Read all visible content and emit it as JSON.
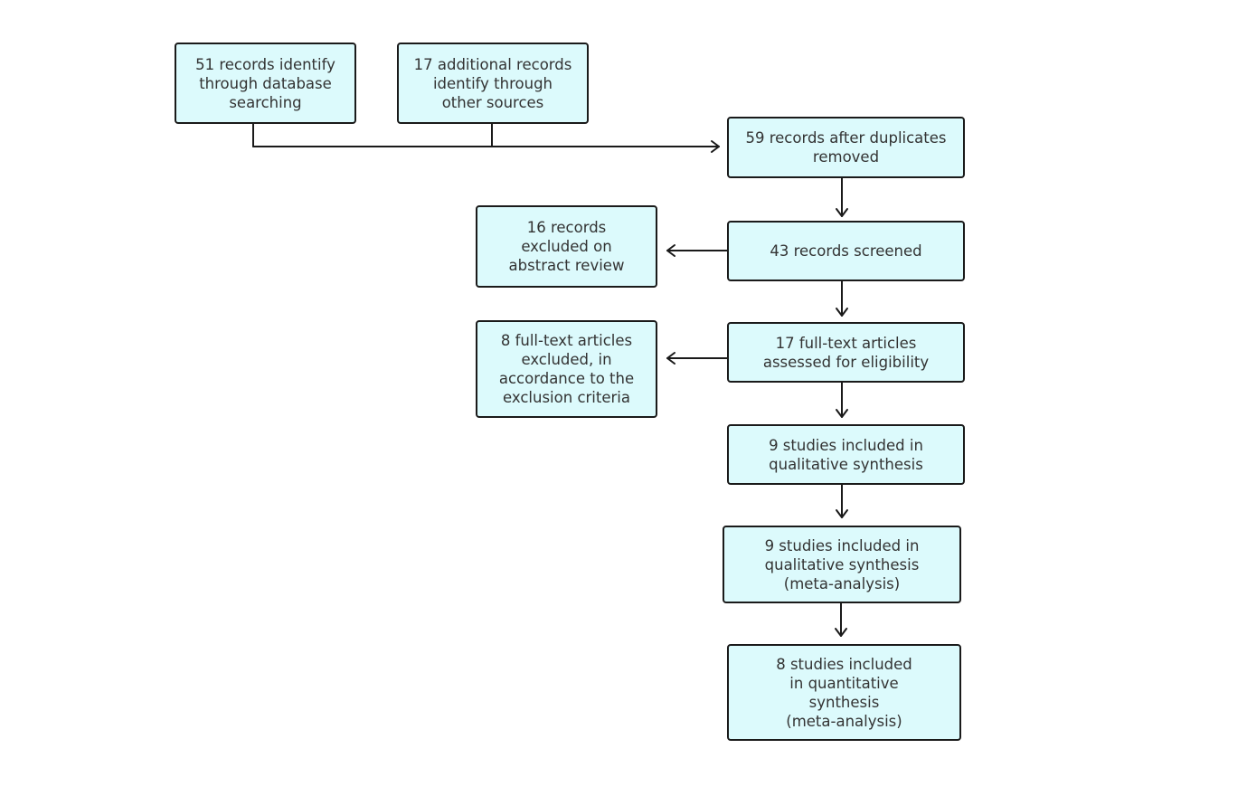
{
  "colors": {
    "box_fill": "#dcfafc",
    "box_border": "#1a1a1a",
    "line": "#1a1a1a",
    "text": "#333333"
  },
  "boxes": {
    "database_records": "51 records identify\nthrough database\nsearching",
    "other_sources_records": "17 additional  records\nidentify through\nother sources",
    "after_duplicates": "59 records after duplicates\nremoved",
    "screened": "43 records screened",
    "excluded_abstract": "16 records\nexcluded on\nabstract review",
    "fulltext_assessed": "17 full-text articles\nassessed for eligibility",
    "fulltext_excluded": "8 full-text articles\nexcluded, in\naccordance to the\nexclusion criteria",
    "qualitative": "9 studies included in\nqualitative synthesis",
    "qualitative_meta": "9 studies included in\nqualitative synthesis\n(meta-analysis)",
    "quantitative": "8 studies included\nin quantitative\nsynthesis\n(meta-analysis)"
  }
}
